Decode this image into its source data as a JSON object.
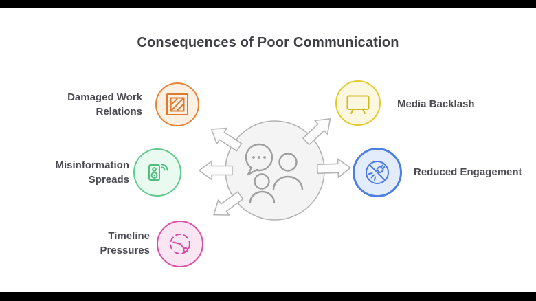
{
  "title": "Consequences of Poor Communication",
  "center": {
    "icon": "conversation-icon",
    "fill": "#f4f4f4",
    "border": "#b3b3b3",
    "icon_color": "#9e9e9e"
  },
  "arrows": {
    "stroke": "#b5b5b5",
    "fill": "#fcfcfc"
  },
  "nodes": [
    {
      "id": "damaged-work-relations",
      "icon": "hatched-image-icon",
      "label": "Damaged Work\nRelations",
      "border": "#e8833a",
      "fill": "#fbf0e2",
      "icon_color": "#dd7a30"
    },
    {
      "id": "misinformation-spreads",
      "icon": "speaker-broadcast-icon",
      "label": "Misinformation\nSpreads",
      "border": "#62cb8c",
      "fill": "#e9faf0",
      "icon_color": "#4fbe7e"
    },
    {
      "id": "timeline-pressures",
      "icon": "stopwatch-icon",
      "label": "Timeline\nPressures",
      "border": "#d94fa5",
      "fill": "#fae6f3",
      "icon_color": "#d44a9f"
    },
    {
      "id": "media-backlash",
      "icon": "tv-icon",
      "label": "Media Backlash",
      "border": "#e2cb2f",
      "fill": "#fcf8df",
      "icon_color": "#cfba26"
    },
    {
      "id": "reduced-engagement",
      "icon": "unplugged-icon",
      "label": "Reduced Engagement",
      "border": "#4d7fe3",
      "fill": "#e3ecfb",
      "icon_color": "#4a7be0"
    }
  ]
}
